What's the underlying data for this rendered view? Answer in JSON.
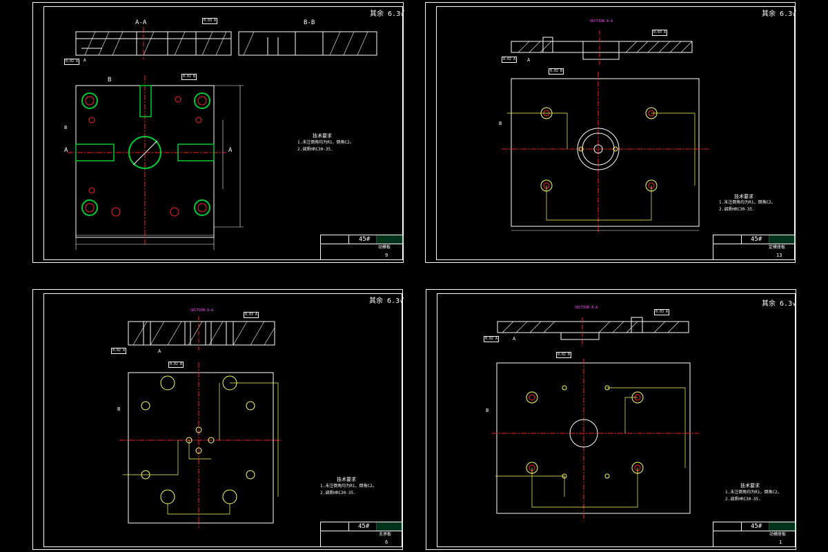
{
  "colors": {
    "background": "#000000",
    "line": "#ffffff",
    "hatch": "#ffffff",
    "centerline": "#ff2020",
    "dimension": "#ffff66",
    "hole_outline": "#ffff66",
    "hole_fill": "#ff2020",
    "green": "#00cc33",
    "magenta": "#ff44ff",
    "titleblock_green": "#00cc66"
  },
  "sheets": [
    {
      "id": "sheet-1",
      "roughness": "其余",
      "roughness_value": "6.3",
      "section_labels": [
        "A-A",
        "B-B"
      ],
      "view_labels": [
        "B",
        "A",
        "A"
      ],
      "datum_labels": [
        "A",
        "B"
      ],
      "tolerance_frames": [
        "0.02 A",
        "0.03 A",
        "0.02 B"
      ],
      "tech_title": "技术要求",
      "tech_lines": [
        "1.未注倒角均为R1，倒角C2。",
        "2.调质HRC30-35."
      ],
      "material": "45#",
      "part_name": "动模板",
      "sheet_no": "9"
    },
    {
      "id": "sheet-2",
      "roughness": "其余",
      "roughness_value": "6.3",
      "section_labels": [
        "SECTION A-A"
      ],
      "datum_labels": [
        "A",
        "B"
      ],
      "tolerance_frames": [
        "0.02 A",
        "0.03 A",
        "0.02 B"
      ],
      "tech_title": "技术要求",
      "tech_lines": [
        "1.未注倒角均为R1，倒角C2。",
        "2.调质HRC30-35."
      ],
      "material": "45#",
      "part_name": "定模座板",
      "sheet_no": "13"
    },
    {
      "id": "sheet-3",
      "roughness": "其余",
      "roughness_value": "6.3",
      "section_labels": [
        "SECTION A-A"
      ],
      "datum_labels": [
        "A",
        "B"
      ],
      "tolerance_frames": [
        "0.02 A",
        "0.03 A",
        "0.02 B"
      ],
      "tech_title": "技术要求",
      "tech_lines": [
        "1.未注倒角均为R1，倒角C2。",
        "2.调质HRC30-35."
      ],
      "material": "45#",
      "part_name": "支承板",
      "sheet_no": "6"
    },
    {
      "id": "sheet-4",
      "roughness": "其余",
      "roughness_value": "6.3",
      "section_labels": [
        "SECTION A-A"
      ],
      "datum_labels": [
        "A",
        "B"
      ],
      "tolerance_frames": [
        "0.02 A",
        "0.03 A",
        "0.02 B"
      ],
      "tech_title": "技术要求",
      "tech_lines": [
        "1.未注倒角均为R1，倒角C2。",
        "2.调质HRC30-35."
      ],
      "material": "45#",
      "part_name": "动模座板",
      "sheet_no": "1"
    }
  ]
}
